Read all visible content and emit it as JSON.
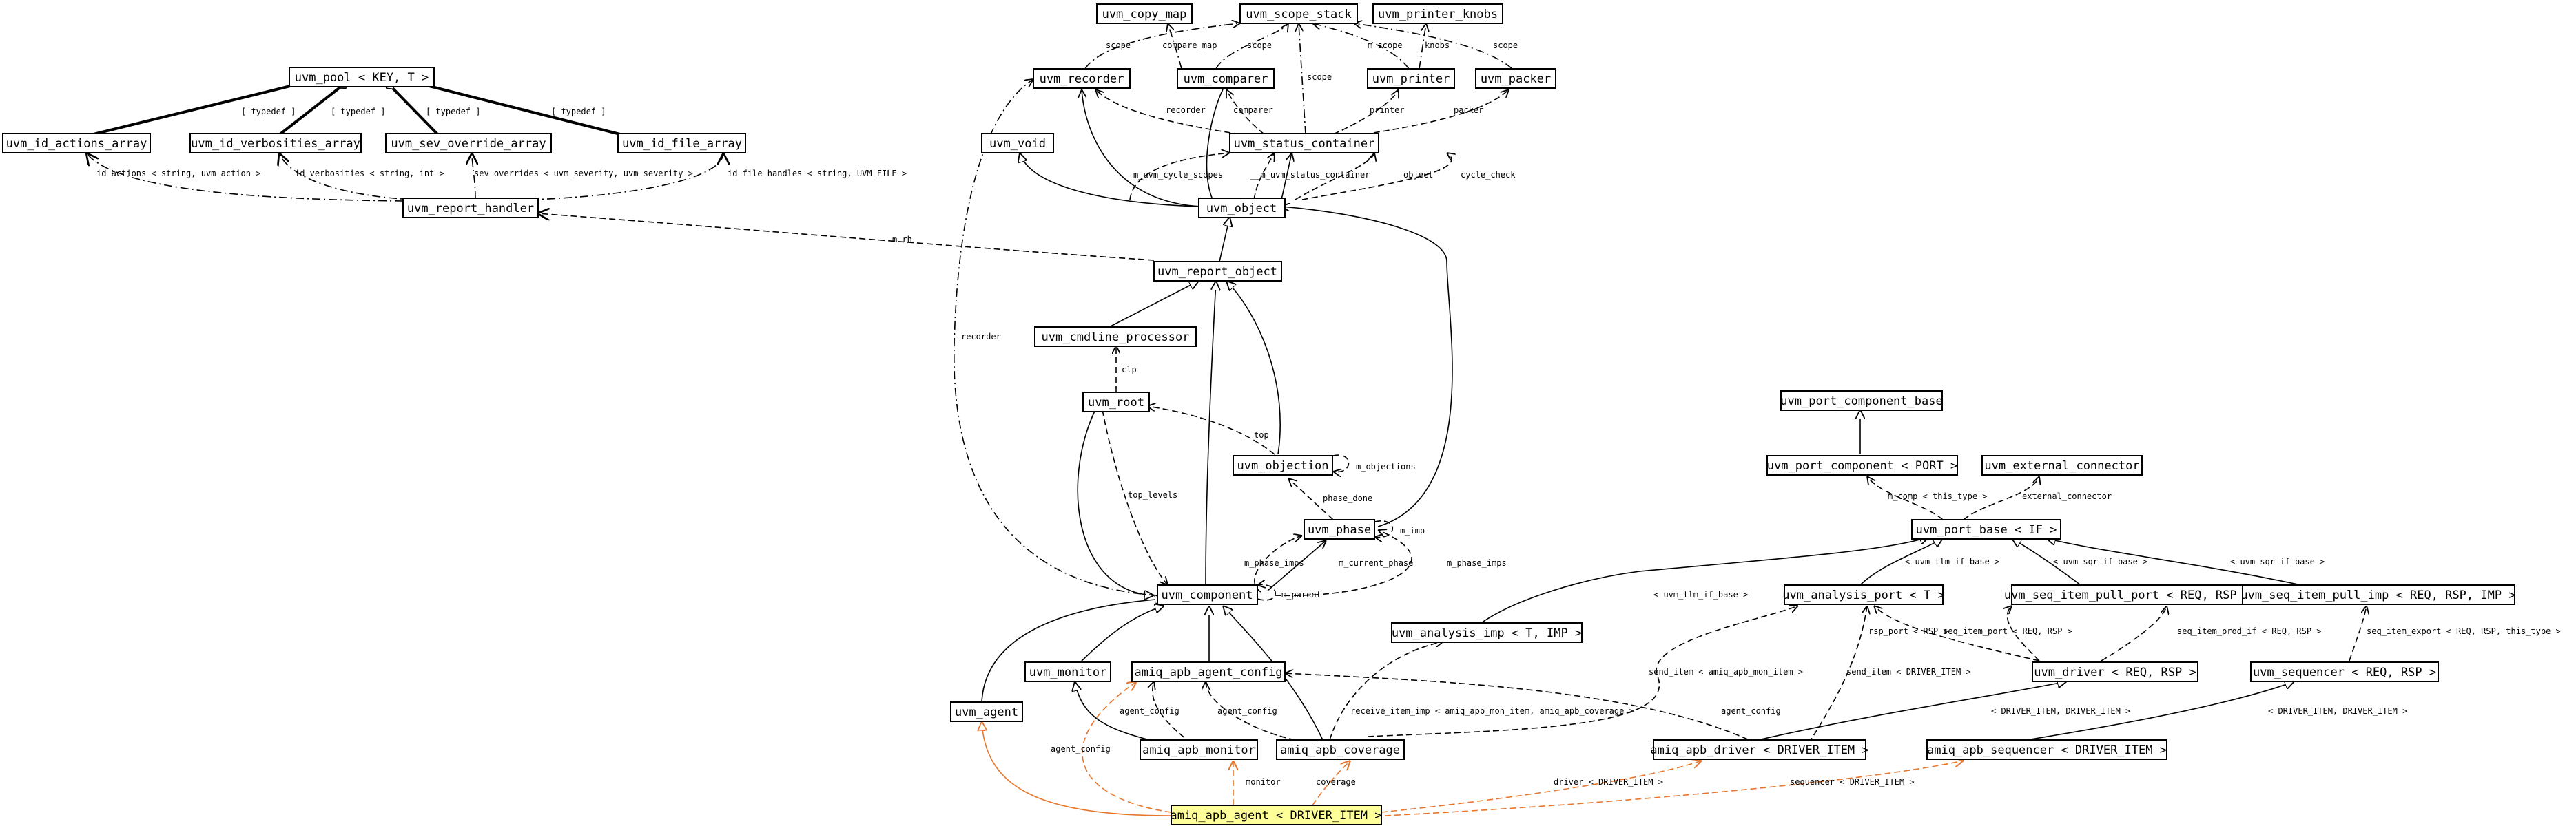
{
  "diagram": {
    "colors": {
      "node_border": "#000000",
      "highlight_fill": "#ffff99",
      "edge_default": "#000000",
      "edge_agent": "#e8772e"
    },
    "nodes": {
      "uvm_pool": "uvm_pool < KEY, T >",
      "uvm_id_actions_array": "uvm_id_actions_array",
      "uvm_id_verbosities_array": "uvm_id_verbosities_array",
      "uvm_sev_override_array": "uvm_sev_override_array",
      "uvm_id_file_array": "uvm_id_file_array",
      "uvm_report_handler": "uvm_report_handler",
      "uvm_copy_map": "uvm_copy_map",
      "uvm_scope_stack": "uvm_scope_stack",
      "uvm_printer_knobs": "uvm_printer_knobs",
      "uvm_recorder": "uvm_recorder",
      "uvm_comparer": "uvm_comparer",
      "uvm_printer": "uvm_printer",
      "uvm_packer": "uvm_packer",
      "uvm_void": "uvm_void",
      "uvm_status_container": "uvm_status_container",
      "uvm_object": "uvm_object",
      "uvm_report_object": "uvm_report_object",
      "uvm_cmdline_processor": "uvm_cmdline_processor",
      "uvm_root": "uvm_root",
      "uvm_objection": "uvm_objection",
      "uvm_phase": "uvm_phase",
      "uvm_component": "uvm_component",
      "uvm_monitor": "uvm_monitor",
      "amiq_apb_agent_config": "amiq_apb_agent_config",
      "uvm_agent": "uvm_agent",
      "amiq_apb_monitor": "amiq_apb_monitor",
      "amiq_apb_coverage": "amiq_apb_coverage",
      "amiq_apb_agent": "amiq_apb_agent < DRIVER_ITEM >",
      "uvm_analysis_imp": "uvm_analysis_imp < T, IMP >",
      "uvm_port_component_base": "uvm_port_component_base",
      "uvm_port_component": "uvm_port_component < PORT >",
      "uvm_external_connector": "uvm_external_connector",
      "uvm_port_base": "uvm_port_base < IF >",
      "uvm_analysis_port": "uvm_analysis_port < T >",
      "uvm_seq_item_pull_port": "uvm_seq_item_pull_port < REQ, RSP >",
      "uvm_seq_item_pull_imp": "uvm_seq_item_pull_imp < REQ, RSP, IMP >",
      "uvm_driver": "uvm_driver < REQ, RSP >",
      "uvm_sequencer": "uvm_sequencer < REQ, RSP >",
      "amiq_apb_driver": "amiq_apb_driver < DRIVER_ITEM >",
      "amiq_apb_sequencer": "amiq_apb_sequencer < DRIVER_ITEM >"
    },
    "edge_labels": {
      "typedef": "[ typedef ]",
      "id_actions": "id_actions < string, uvm_action >",
      "id_verbosities": "id_verbosities < string, int >",
      "sev_overrides": "sev_overrides < uvm_severity, uvm_severity >",
      "id_file_handles": "id_file_handles < string, UVM_FILE >",
      "m_rh": "m_rh",
      "scope": "scope",
      "compare_map": "compare_map",
      "m_scope": "m_scope",
      "knobs": "knobs",
      "recorder": "recorder",
      "comparer": "comparer",
      "printer": "printer",
      "packer": "packer",
      "m_uvm_cycle_scopes": "m_uvm_cycle_scopes",
      "m_uvm_status_container": "__m_uvm_status_container",
      "object": "object",
      "cycle_check": "cycle_check",
      "clp": "clp",
      "top": "top",
      "m_objections": "m_objections",
      "phase_done": "phase_done",
      "m_imp": "m_imp",
      "top_levels": "top_levels",
      "m_phase_imps": "m_phase_imps",
      "m_current_phase": "m_current_phase",
      "m_parent": "m_parent",
      "agent_config": "agent_config",
      "monitor": "monitor",
      "coverage": "coverage",
      "driver": "driver < DRIVER_ITEM >",
      "sequencer": "sequencer < DRIVER_ITEM >",
      "receive_item_imp": "receive_item_imp < amiq_apb_mon_item, amiq_apb_coverage >",
      "send_item_mon": "send_item < amiq_apb_mon_item >",
      "send_item_drv": "send_item < DRIVER_ITEM >",
      "driver_item_driver": "< DRIVER_ITEM, DRIVER_ITEM >",
      "driver_item_sequencer": "< DRIVER_ITEM, DRIVER_ITEM >",
      "m_comp": "m_comp < this_type >",
      "external_connector": "external_connector",
      "uvm_tlm_if_base_1": "< uvm_tlm_if_base >",
      "uvm_tlm_if_base_2": "< uvm_tlm_if_base >",
      "uvm_sqr_if_base_1": "< uvm_sqr_if_base >",
      "uvm_sqr_if_base_2": "< uvm_sqr_if_base >",
      "rsp_port": "rsp_port < RSP >",
      "seq_item_port": "seq_item_port < REQ, RSP >",
      "seq_item_prod_if": "seq_item_prod_if < REQ, RSP >",
      "seq_item_export": "seq_item_export < REQ, RSP, this_type >"
    }
  }
}
